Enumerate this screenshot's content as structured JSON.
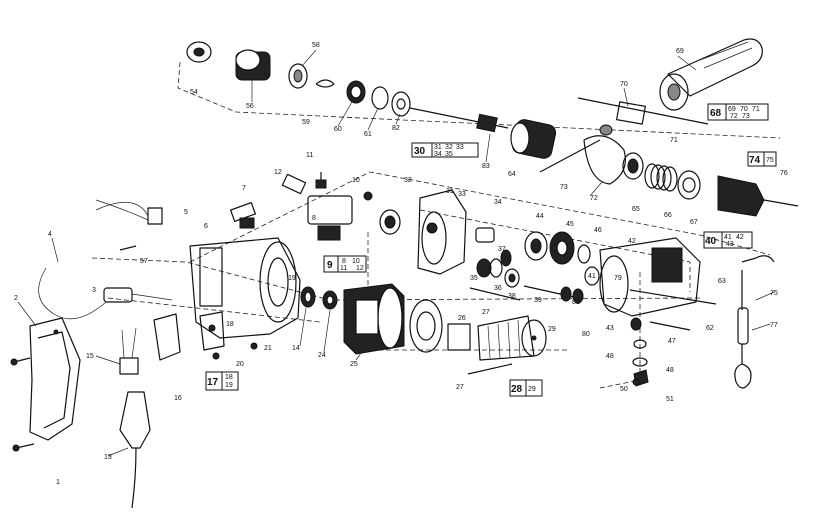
{
  "diagram": {
    "part_labels": {
      "p1": "1",
      "p2": "2",
      "p3": "3",
      "p4": "4",
      "p5": "5",
      "p6": "6",
      "p7": "7",
      "p8": "8",
      "p10": "10",
      "p11": "11",
      "p12": "12",
      "p13": "13",
      "p14": "14",
      "p15": "15",
      "p16": "16",
      "p18": "18",
      "p19": "19",
      "p20": "20",
      "p21": "21",
      "p24": "24",
      "p25": "25",
      "p26": "26",
      "p27a": "27",
      "p27b": "27",
      "p29": "29",
      "p31": "31",
      "p32": "32",
      "p33": "33",
      "p34": "34",
      "p35": "35",
      "p36": "36",
      "p37": "37",
      "p38": "38",
      "p39": "39",
      "p41": "41",
      "p42": "42",
      "p43": "43",
      "p44": "44",
      "p45": "45",
      "p46": "46",
      "p47": "47",
      "p48a": "48",
      "p48b": "48",
      "p50": "50",
      "p51": "51",
      "p54": "54",
      "p56": "56",
      "p57": "57",
      "p58": "58",
      "p59": "59",
      "p60": "60",
      "p61": "61",
      "p62": "62",
      "p63": "63",
      "p64": "64",
      "p65": "65",
      "p66": "66",
      "p67": "67",
      "p69": "69",
      "p70": "70",
      "p71": "71",
      "p72": "72",
      "p73": "73",
      "p75": "75",
      "p76": "76",
      "p77": "77",
      "p79": "79",
      "p80": "80",
      "p81": "81",
      "p82": "82",
      "p83": "83"
    },
    "kits": {
      "k30": {
        "main": "30",
        "r1": "31",
        "r2": "32",
        "r3": "33",
        "r4": "34",
        "r5": "35"
      },
      "k68": {
        "main": "68",
        "r1": "69",
        "r2": "70",
        "r3": "71",
        "r4": "72",
        "r5": "73"
      },
      "k74": {
        "main": "74",
        "r1": "75"
      },
      "k40": {
        "main": "40",
        "r1": "41",
        "r2": "42",
        "r3": "43"
      },
      "k9": {
        "main": "9",
        "r1": "8",
        "r2": "10",
        "r3": "11",
        "r4": "12"
      },
      "k17": {
        "main": "17",
        "r1": "18",
        "r2": "19"
      },
      "k28": {
        "main": "28",
        "r1": "29"
      }
    }
  }
}
